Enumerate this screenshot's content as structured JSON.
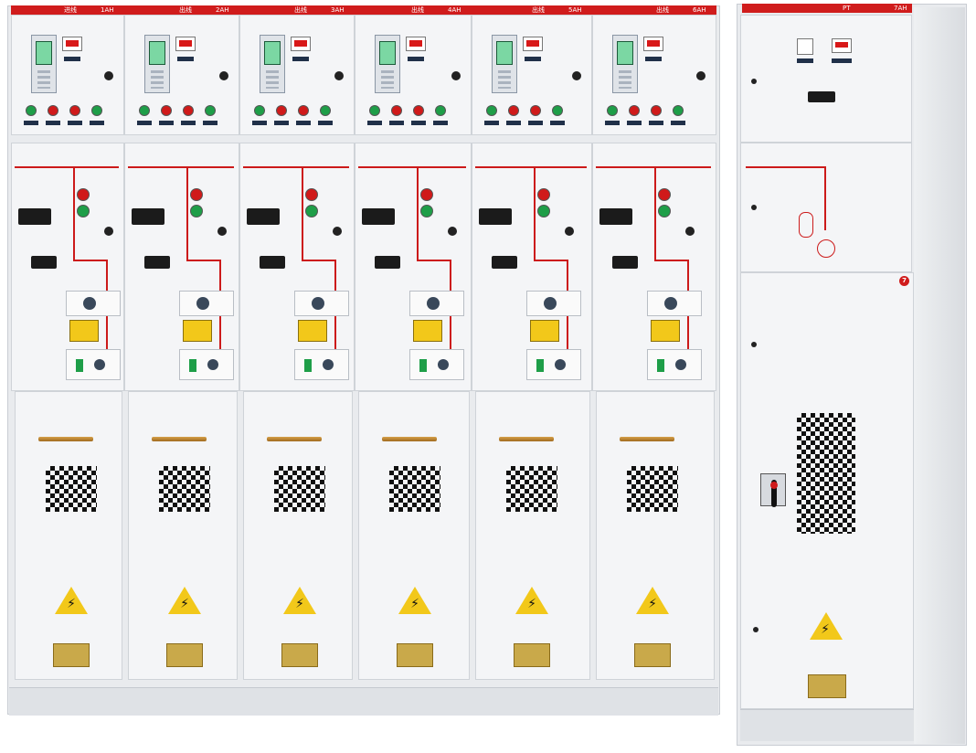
{
  "cabinets": [
    {
      "header": "进线",
      "code": "1AH",
      "number": "1"
    },
    {
      "header": "出线",
      "code": "2AH",
      "number": "2"
    },
    {
      "header": "出线",
      "code": "3AH",
      "number": "3"
    },
    {
      "header": "出线",
      "code": "4AH",
      "number": "4"
    },
    {
      "header": "出线",
      "code": "5AH",
      "number": "5"
    },
    {
      "header": "出线",
      "code": "6AH",
      "number": "6"
    }
  ],
  "pt_cabinet": {
    "header": "PT",
    "code": "7AH",
    "number": "7"
  },
  "colors": {
    "brand_red": "#d01c1c",
    "panel": "#f4f5f7",
    "frame": "#e9ebee",
    "warning_yellow": "#f2c81a"
  },
  "icons": [
    "warning-triangle-icon",
    "lightning-bolt-icon",
    "vent-grille",
    "door-handle"
  ]
}
